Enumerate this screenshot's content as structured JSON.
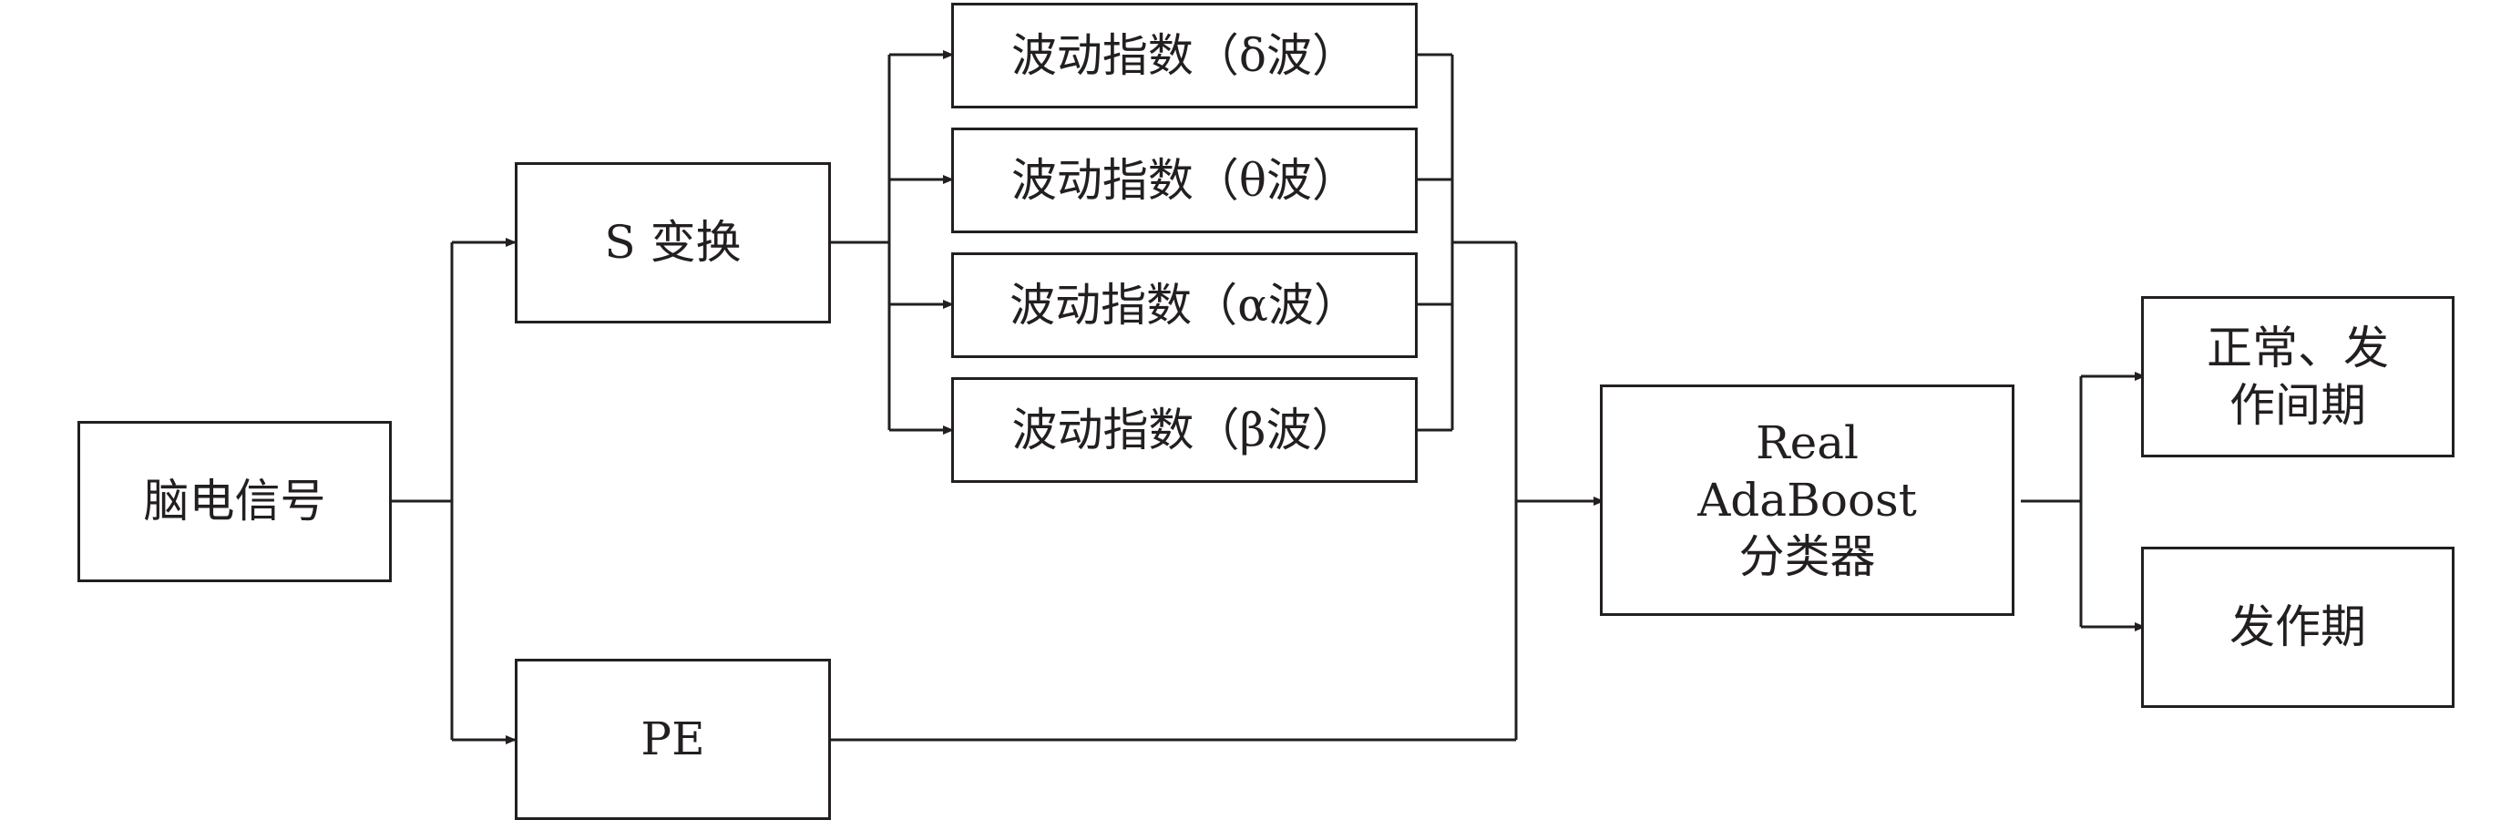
{
  "diagram": {
    "nodes": {
      "eeg": "脑电信号",
      "stransform": "S 变换",
      "pe": "PE",
      "wave_delta": "波动指数（δ波）",
      "wave_theta": "波动指数（θ波）",
      "wave_alpha": "波动指数（α波）",
      "wave_beta": "波动指数（β波）",
      "classifier": [
        "Real",
        "AdaBoost",
        "分类器"
      ],
      "normal_interictal": [
        "正常、发",
        "作间期"
      ],
      "ictal": "发作期"
    },
    "edges": [
      [
        "eeg",
        "stransform"
      ],
      [
        "eeg",
        "pe"
      ],
      [
        "stransform",
        "wave_delta"
      ],
      [
        "stransform",
        "wave_theta"
      ],
      [
        "stransform",
        "wave_alpha"
      ],
      [
        "stransform",
        "wave_beta"
      ],
      [
        "wave_delta",
        "classifier"
      ],
      [
        "wave_theta",
        "classifier"
      ],
      [
        "wave_alpha",
        "classifier"
      ],
      [
        "wave_beta",
        "classifier"
      ],
      [
        "pe",
        "classifier"
      ],
      [
        "classifier",
        "normal_interictal"
      ],
      [
        "classifier",
        "ictal"
      ]
    ],
    "colors": {
      "stroke": "#231f20",
      "text": "#231f20",
      "background": "#ffffff"
    }
  }
}
